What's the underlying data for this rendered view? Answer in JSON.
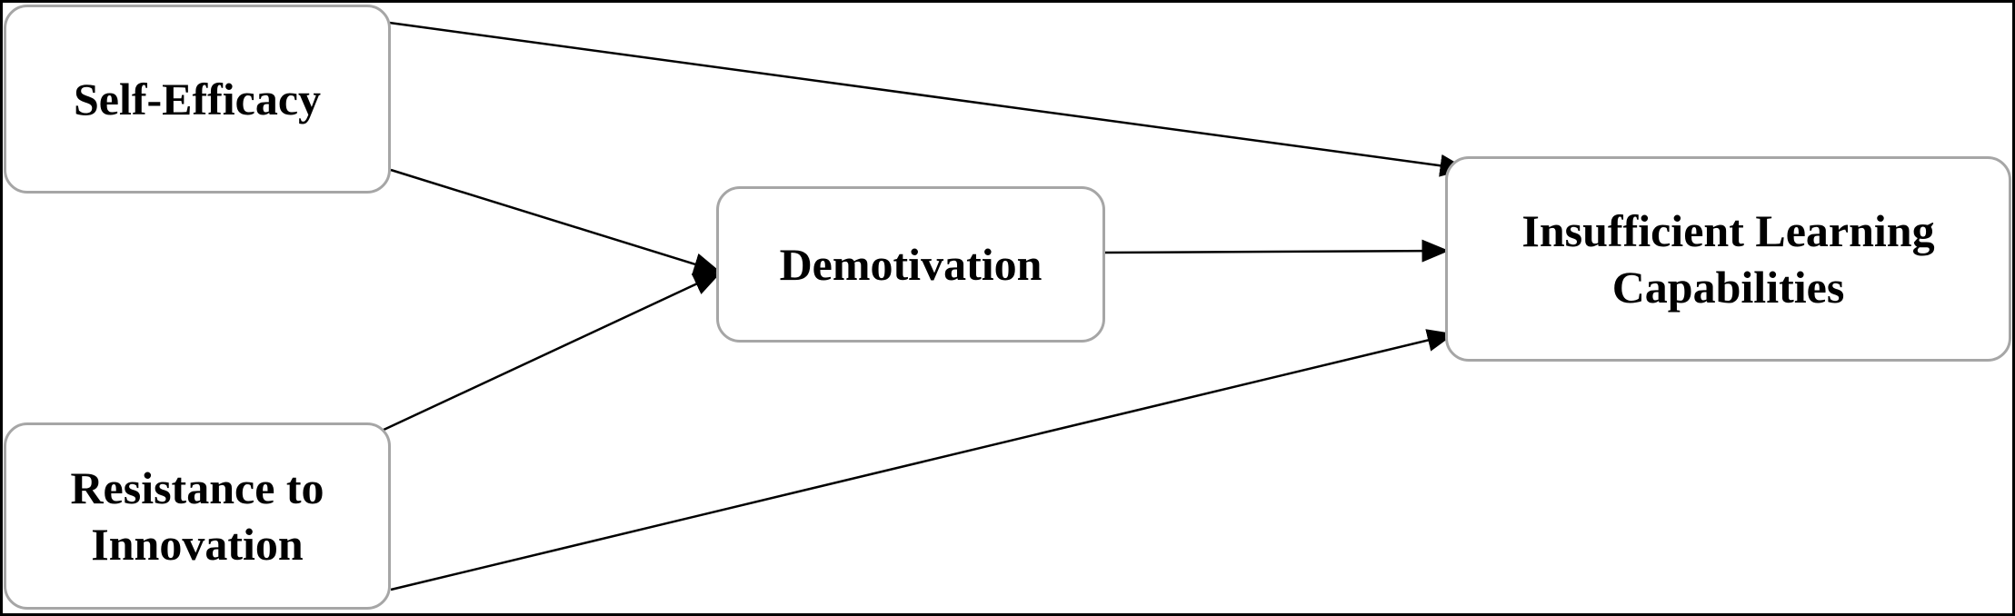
{
  "nodes": {
    "self_efficacy": {
      "label": "Self-Efficacy"
    },
    "resistance": {
      "line1": "Resistance to",
      "line2": "Innovation"
    },
    "demotivation": {
      "label": "Demotivation"
    },
    "insufficient": {
      "line1": "Insufficient Learning",
      "line2": "Capabilities"
    }
  },
  "edges": [
    {
      "from": "Self-Efficacy",
      "to": "Insufficient Learning Capabilities"
    },
    {
      "from": "Self-Efficacy",
      "to": "Demotivation"
    },
    {
      "from": "Resistance to Innovation",
      "to": "Demotivation"
    },
    {
      "from": "Demotivation",
      "to": "Insufficient Learning Capabilities"
    },
    {
      "from": "Resistance to Innovation",
      "to": "Insufficient Learning Capabilities"
    }
  ],
  "colors": {
    "node_border": "#a6a6a6",
    "arrow": "#000000",
    "frame": "#000000"
  }
}
